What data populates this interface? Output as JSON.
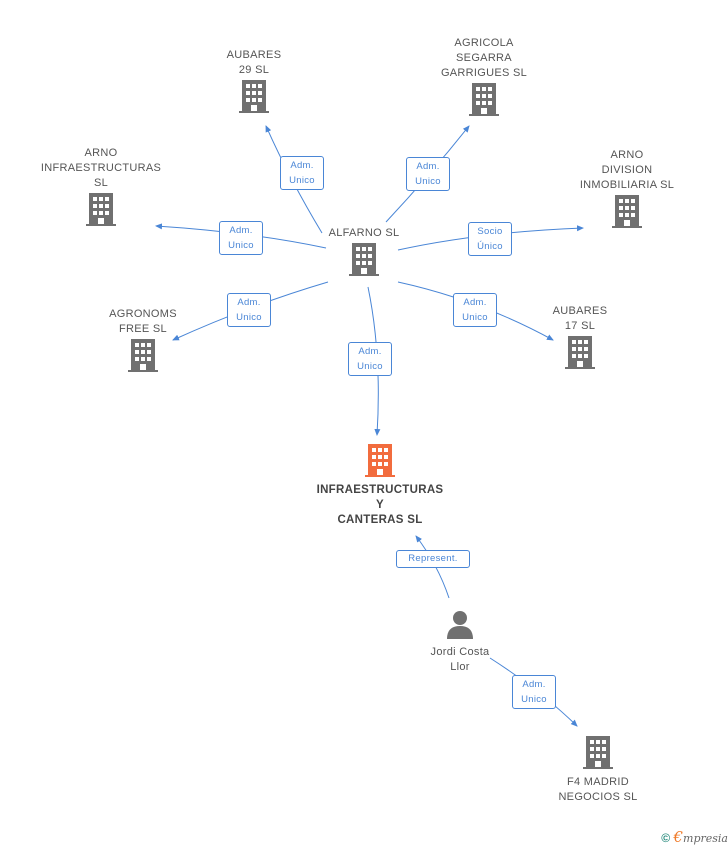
{
  "colors": {
    "edge": "#4a86d6",
    "building": "#707070",
    "focus": "#f26c3e",
    "person": "#707070"
  },
  "nodes": {
    "aubares29": {
      "label": "AUBARES\n29 SL",
      "icon": "building-icon"
    },
    "agricola": {
      "label": "AGRICOLA\nSEGARRA\nGARRIGUES  SL",
      "icon": "building-icon"
    },
    "arno_infra": {
      "label": "ARNO\nINFRAESTRUCTURAS\nSL",
      "icon": "building-icon"
    },
    "arno_div": {
      "label": "ARNO\nDIVISION\nINMOBILIARIA SL",
      "icon": "building-icon"
    },
    "alfarno": {
      "label": "ALFARNO SL",
      "icon": "building-icon"
    },
    "agronoms": {
      "label": "AGRONOMS\nFREE SL",
      "icon": "building-icon"
    },
    "aubares17": {
      "label": "AUBARES\n17 SL",
      "icon": "building-icon"
    },
    "focus": {
      "label": "INFRAESTRUCTURAS\nY\nCANTERAS  SL",
      "icon": "building-icon"
    },
    "jordi": {
      "label": "Jordi Costa\nLlor",
      "icon": "person-icon"
    },
    "f4": {
      "label": "F4 MADRID\nNEGOCIOS  SL",
      "icon": "building-icon"
    }
  },
  "edge_labels": {
    "e_aubares29": "Adm.\nUnico",
    "e_agricola": "Adm.\nUnico",
    "e_arno_infra": "Adm.\nUnico",
    "e_arno_div": "Socio\nÚnico",
    "e_agronoms": "Adm.\nUnico",
    "e_aubares17": "Adm.\nUnico",
    "e_focus": "Adm.\nUnico",
    "e_represent": "Represent.",
    "e_f4": "Adm.\nUnico"
  },
  "footer": {
    "copyright": "©",
    "brand_first": "€",
    "brand_rest": "mpresia"
  }
}
